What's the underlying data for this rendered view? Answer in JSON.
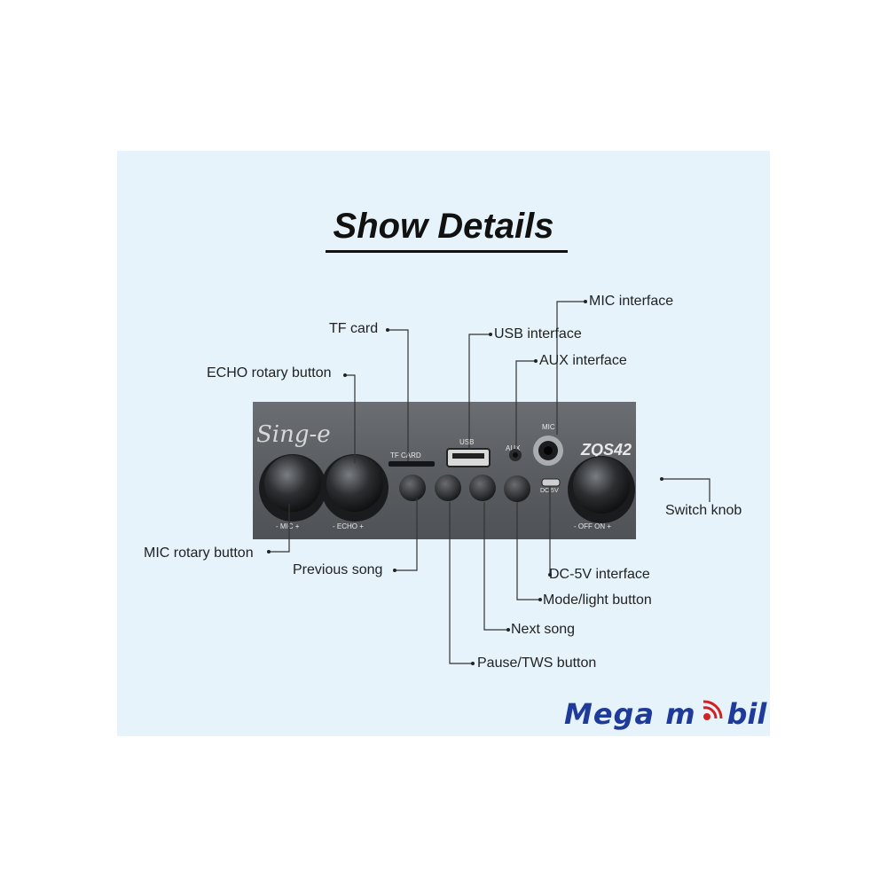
{
  "title": "Show Details",
  "panel": {
    "brand": "Sing-e",
    "model": "ZQS42",
    "labels": {
      "mic_knob": "- MIC +",
      "echo_knob": "- ECHO +",
      "tf_card": "TF CARD",
      "usb": "USB",
      "aux": "AUX",
      "mic_jack": "MIC",
      "dc": "DC 5V",
      "switch": "- OFF ON +"
    }
  },
  "callouts": {
    "mic_interface": "MIC interface",
    "tf_card": "TF card",
    "usb_interface": "USB interface",
    "aux_interface": "AUX interface",
    "echo_rotary": "ECHO rotary button",
    "switch_knob": "Switch knob",
    "mic_rotary": "MIC rotary button",
    "previous_song": "Previous song",
    "dc_interface": "DC-5V interface",
    "mode_light": "Mode/light button",
    "next_song": "Next song",
    "pause_tws": "Pause/TWS button"
  },
  "logo": {
    "text": "Mega m",
    "suffix": "bil",
    "colors": {
      "text": "#1e3a9a",
      "wifi": "#d32020"
    }
  }
}
